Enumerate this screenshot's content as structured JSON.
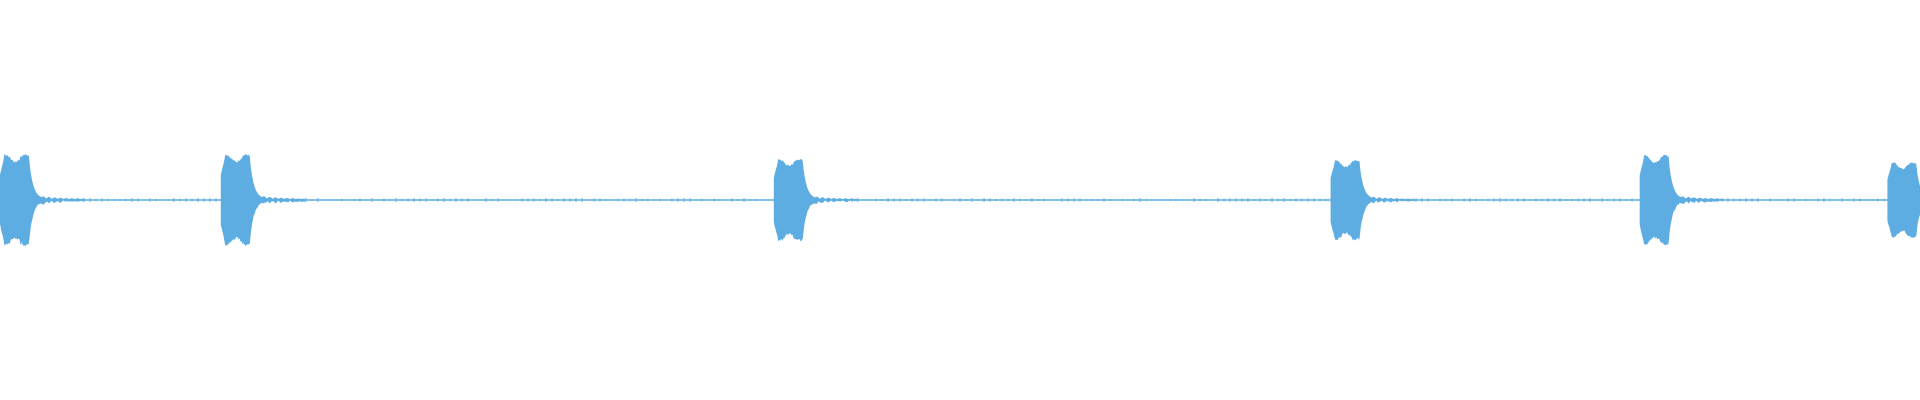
{
  "waveform": {
    "color": "#5dade2",
    "background": "#ffffff",
    "bursts": [
      {
        "start": 0.0,
        "peak": 0.013,
        "amplitude": 0.95
      },
      {
        "start": 0.115,
        "peak": 0.128,
        "amplitude": 0.95
      },
      {
        "start": 0.403,
        "peak": 0.416,
        "amplitude": 0.85
      },
      {
        "start": 0.693,
        "peak": 0.706,
        "amplitude": 0.83
      },
      {
        "start": 0.854,
        "peak": 0.867,
        "amplitude": 0.94
      },
      {
        "start": 0.983,
        "peak": 0.996,
        "amplitude": 0.78
      }
    ],
    "baseline_level": 0.015
  }
}
